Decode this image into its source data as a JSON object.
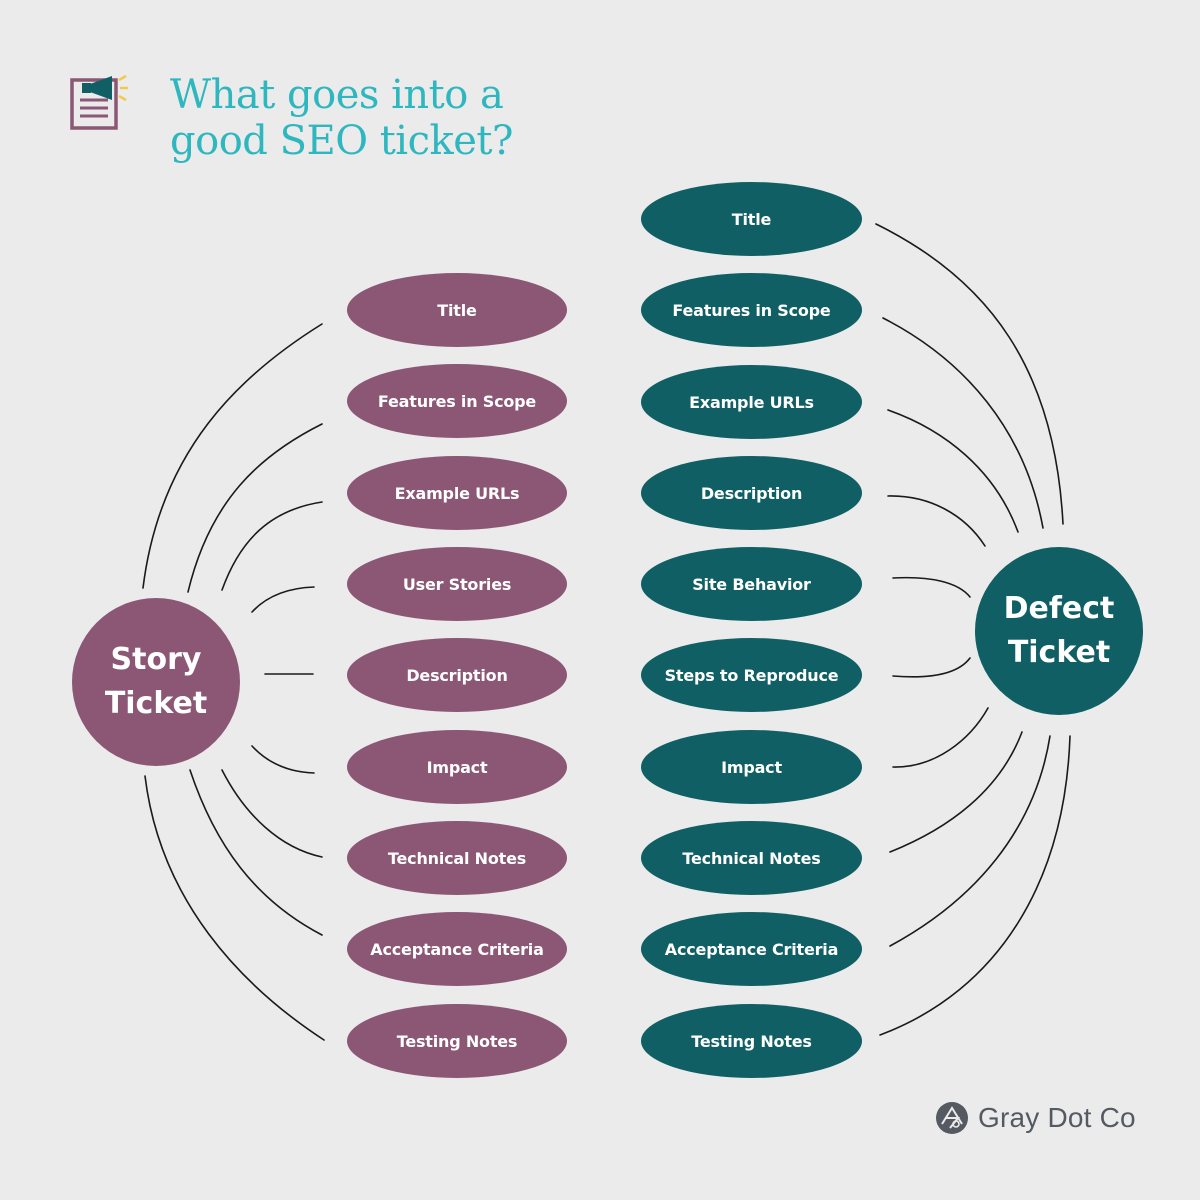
{
  "title": {
    "line1": "What goes into a",
    "line2": "good SEO ticket?"
  },
  "colors": {
    "background": "#ebebeb",
    "title": "#2fb7bf",
    "story": "#8b5775",
    "defect": "#0f5f65",
    "connector": "#1a1a1a",
    "brand_text": "#555a62"
  },
  "story": {
    "hub_label": "Story Ticket",
    "items": [
      "Title",
      "Features in Scope",
      "Example URLs",
      "User Stories",
      "Description",
      "Impact",
      "Technical Notes",
      "Acceptance Criteria",
      "Testing Notes"
    ]
  },
  "defect": {
    "hub_label": "Defect Ticket",
    "items": [
      "Title",
      "Features in Scope",
      "Example URLs",
      "Description",
      "Site Behavior",
      "Steps to Reproduce",
      "Impact",
      "Technical Notes",
      "Acceptance Criteria",
      "Testing Notes"
    ]
  },
  "icons": {
    "header": "document-megaphone-icon",
    "brand": "gray-dot-co-logo-icon"
  },
  "brand": {
    "name": "Gray Dot Co"
  }
}
